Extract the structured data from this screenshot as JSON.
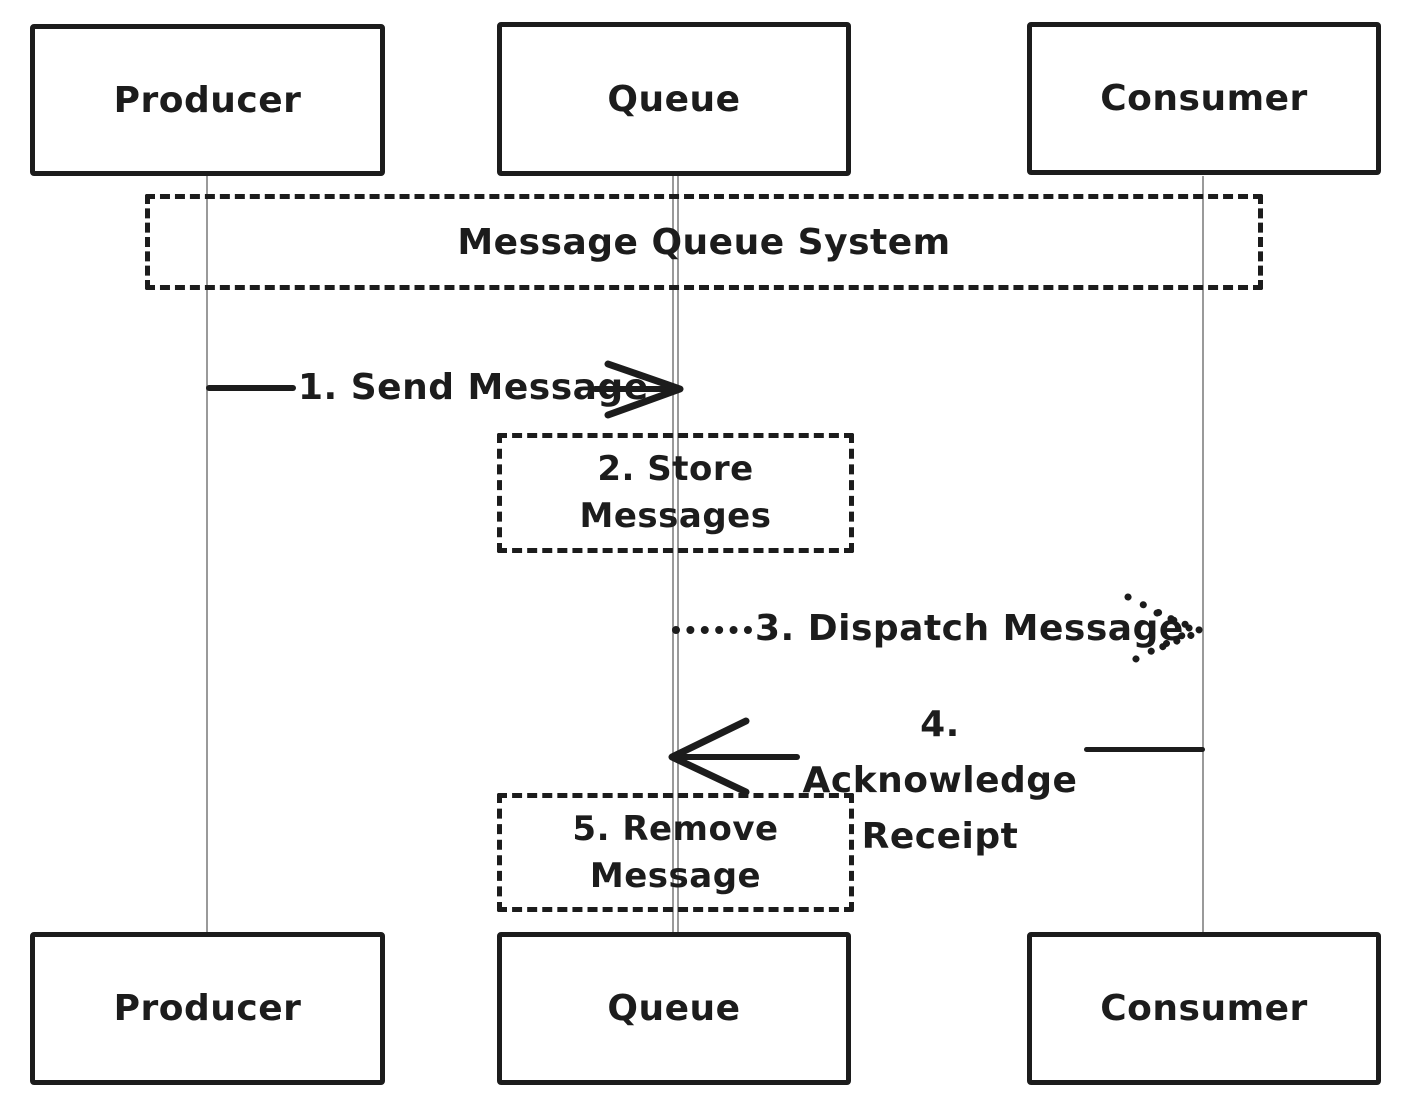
{
  "colors": {
    "ink": "#1c1c1c",
    "lifeline": "#9a9a9a",
    "background": "#ffffff"
  },
  "actors": {
    "producer": "Producer",
    "queue": "Queue",
    "consumer": "Consumer"
  },
  "system_boundary": {
    "label": "Message Queue System"
  },
  "messages": {
    "send": {
      "label": "1. Send Message"
    },
    "store": {
      "line1": "2. Store",
      "line2": "Messages"
    },
    "dispatch": {
      "label": "3. Dispatch Message"
    },
    "acknowledge": {
      "line1": "4. Acknowledge",
      "line2": "Receipt"
    },
    "remove": {
      "line1": "5. Remove",
      "line2": "Message"
    }
  }
}
